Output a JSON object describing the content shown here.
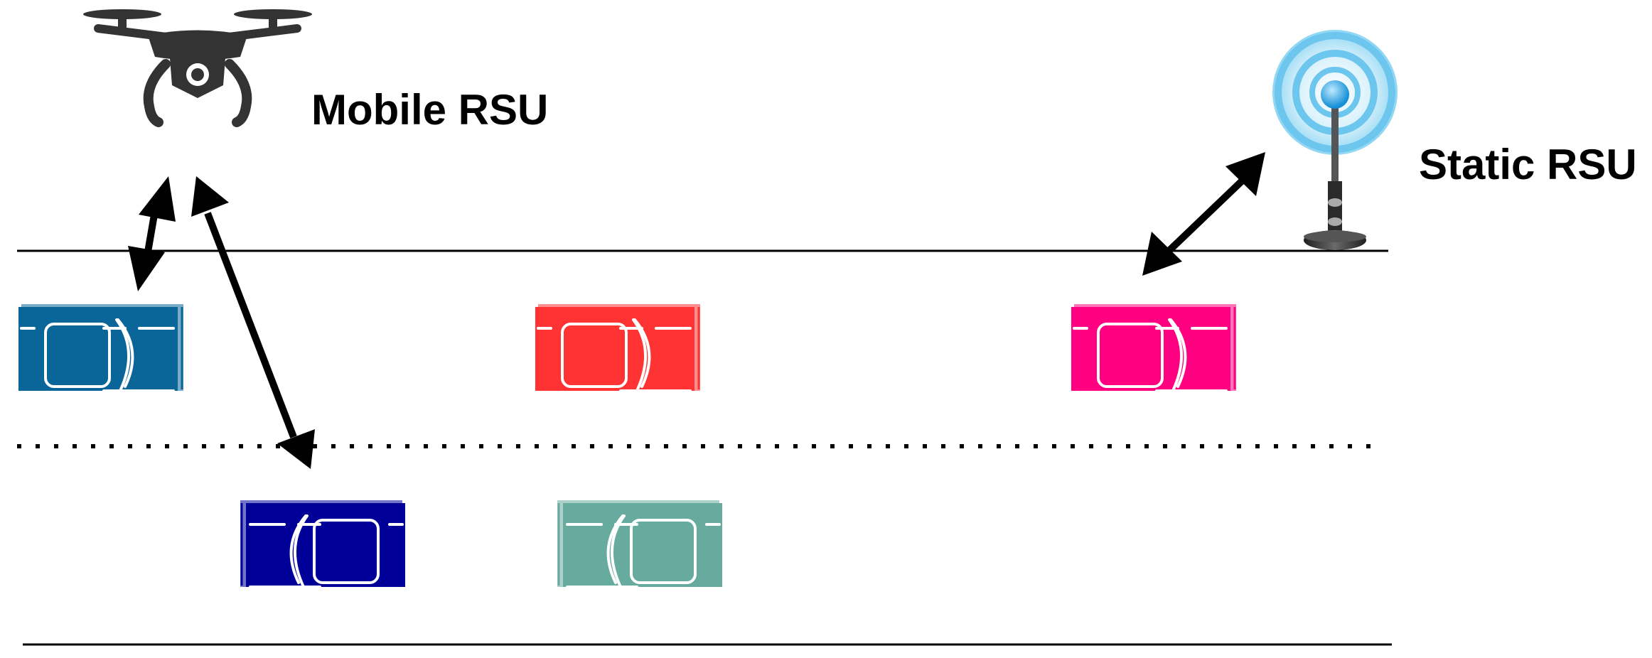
{
  "labels": {
    "mobile_rsu": "Mobile RSU",
    "static_rsu": "Static RSU"
  },
  "icons": {
    "mobile_rsu": "drone-icon",
    "static_rsu": "antenna-tower-icon"
  },
  "colors": {
    "line": "#000000",
    "car_white_trim": "#ffffff",
    "antenna_glow": "#7fd1f2",
    "antenna_core": "#1ea5e6",
    "antenna_base": "#3a3a3a"
  },
  "vehicles": [
    {
      "id": "car-1",
      "lane": 1,
      "direction": "right",
      "color": "#0a6699"
    },
    {
      "id": "car-2",
      "lane": 1,
      "direction": "right",
      "color": "#ff3333"
    },
    {
      "id": "car-3",
      "lane": 1,
      "direction": "right",
      "color": "#ff0080"
    },
    {
      "id": "car-4",
      "lane": 2,
      "direction": "left",
      "color": "#000099"
    },
    {
      "id": "car-5",
      "lane": 2,
      "direction": "left",
      "color": "#67ab9f"
    }
  ]
}
